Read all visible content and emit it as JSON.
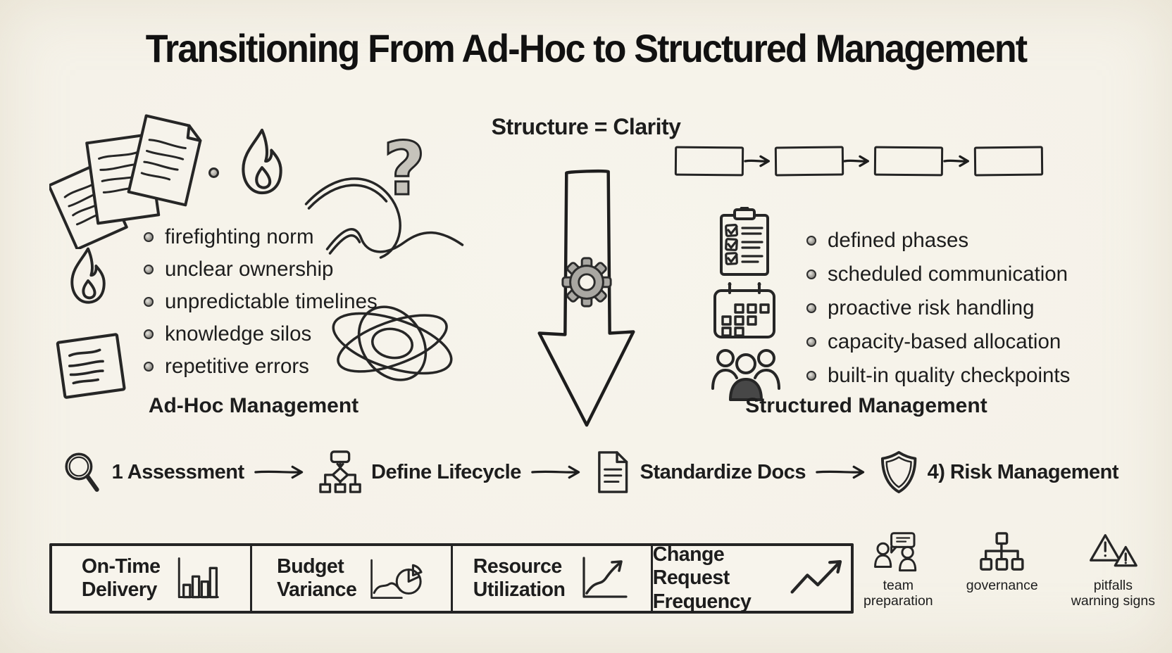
{
  "title": "Transitioning From Ad-Hoc to Structured Management",
  "colors": {
    "background": "#f5f2e9",
    "ink": "#1d1d1d",
    "gear_fill": "#a9a7a2",
    "shading": "#c6c3bb"
  },
  "adhoc": {
    "label": "Ad-Hoc Management",
    "bullets": [
      "firefighting norm",
      "unclear ownership",
      "unpredictable timelines",
      "knowledge silos",
      "repetitive errors"
    ],
    "doodles": [
      "papers-icon",
      "dot-icon",
      "flame-icon",
      "question-mark-icon",
      "squiggle-icon",
      "note-icon",
      "tangle-icon"
    ]
  },
  "center": {
    "heading": "Structure = Clarity",
    "doodles": [
      "down-arrow-icon",
      "gear-icon"
    ]
  },
  "structured": {
    "label": "Structured Management",
    "bullets": [
      "defined phases",
      "scheduled communication",
      "proactive risk handling",
      "capacity-based allocation",
      "built-in quality checkpoints"
    ],
    "chain_box_count": 4,
    "doodles": [
      "clipboard-checklist-icon",
      "calendar-icon",
      "people-group-icon"
    ]
  },
  "flow": {
    "steps": [
      {
        "icon": "magnifier-icon",
        "label": "1 Assessment"
      },
      {
        "icon": "flowchart-icon",
        "label": "Define Lifecycle"
      },
      {
        "icon": "document-icon",
        "label": "Standardize Docs"
      },
      {
        "icon": "shield-icon",
        "label": "4) Risk Management"
      }
    ]
  },
  "metrics": [
    {
      "icon": "bar-chart-icon",
      "label_lines": [
        "On-Time",
        "Delivery"
      ]
    },
    {
      "icon": "budget-variance-icon",
      "label_lines": [
        "Budget",
        "Variance"
      ]
    },
    {
      "icon": "utilization-icon",
      "label_lines": [
        "Resource",
        "Utilization"
      ]
    },
    {
      "icon": "change-frequency-icon",
      "label_lines": [
        "Change Request",
        "Frequency"
      ]
    }
  ],
  "footer_icons": [
    {
      "icon": "team-preparation-icon",
      "label_lines": [
        "team",
        "preparation"
      ]
    },
    {
      "icon": "governance-icon",
      "label_lines": [
        "governance"
      ]
    },
    {
      "icon": "pitfalls-icon",
      "label_lines": [
        "pitfalls",
        "warning signs"
      ]
    }
  ]
}
